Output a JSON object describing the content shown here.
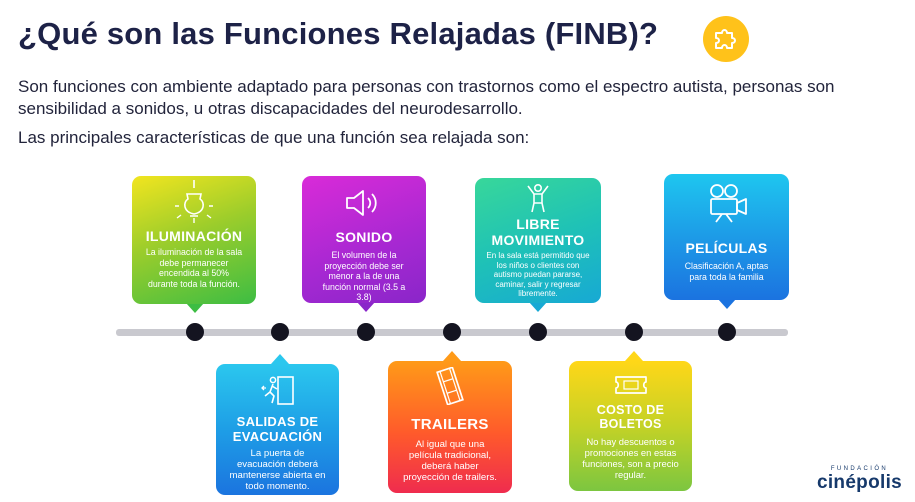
{
  "header": {
    "title": "¿Qué son las Funciones Relajadas (FINB)?",
    "icon": "puzzle-icon",
    "badge_color": "#ffc21a"
  },
  "intro": {
    "text": "Son funciones con ambiente adaptado para personas con trastornos como el espectro autista, personas son sensibilidad a sonidos, u otras discapacidades del neurodesarrollo.",
    "subtitle": "Las principales características de que una función sea relajada son:"
  },
  "cards": {
    "iluminacion": {
      "icon": "lightbulb-icon",
      "title": "ILUMINACIÓN",
      "desc": "La iluminación de la sala debe permanecer encendida al 50% durante toda la función."
    },
    "sonido": {
      "icon": "speaker-icon",
      "title": "SONIDO",
      "desc": "El volumen de la proyección debe ser menor a la de una función normal (3.5 a 3.8)"
    },
    "libre": {
      "icon": "person-arms-up-icon",
      "title_line1": "LIBRE",
      "title_line2": "MOVIMIENTO",
      "desc": "En la sala está permitido que los niños o clientes con autismo puedan pararse, caminar, salir y regresar libremente."
    },
    "peliculas": {
      "icon": "film-camera-icon",
      "title": "PELÍCULAS",
      "desc": "Clasificación A, aptas para toda la familia"
    },
    "salidas": {
      "icon": "emergency-exit-icon",
      "title_line1": "SALIDAS DE",
      "title_line2": "EVACUACIÓN",
      "desc": "La puerta de evacuación deberá mantenerse abierta en todo momento."
    },
    "trailers": {
      "icon": "film-strip-icon",
      "title": "TRAILERS",
      "desc": "Al igual que una película tradicional, deberá haber proyección de trailers."
    },
    "costo": {
      "icon": "ticket-icon",
      "title_line1": "COSTO DE",
      "title_line2": "BOLETOS",
      "desc": "No hay descuentos o promociones en estas funciones, son a precio regular."
    }
  },
  "logo": {
    "small": "FUNDACIÓN",
    "big": "cinépolis",
    "color": "#16396b"
  }
}
